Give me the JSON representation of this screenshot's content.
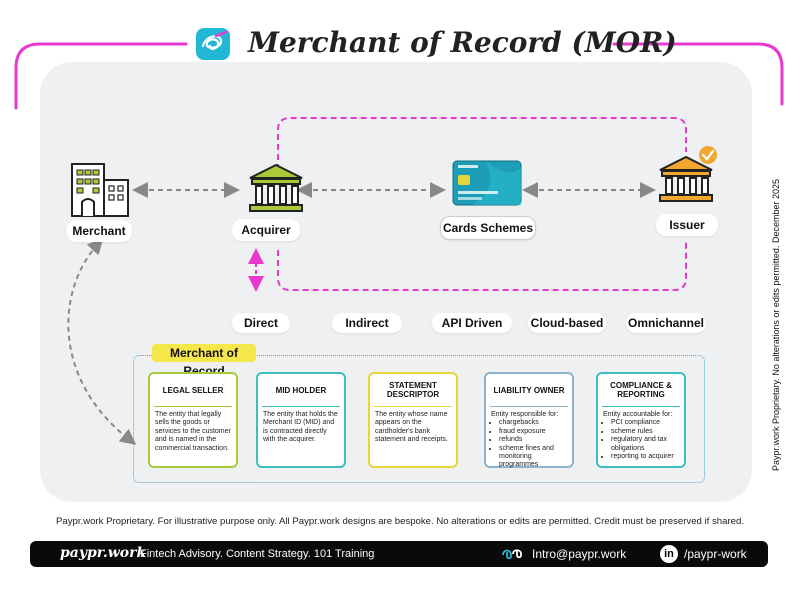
{
  "header": {
    "title": "Merchant of Record (MOR)",
    "logo_icon": "paypr-scribble-icon",
    "accent_color": "#e83ad0",
    "logo_color": "#23b7d6"
  },
  "nodes": {
    "merchant": "Merchant",
    "acquirer": "Acquirer",
    "card_schemes": "Cards Schemes",
    "issuer": "Issuer"
  },
  "channels": [
    "Direct",
    "Indirect",
    "API Driven",
    "Cloud-based",
    "Omnichannel"
  ],
  "mor": {
    "tag": "Merchant of Record",
    "cards": [
      {
        "title": "LEGAL SELLER",
        "color": "#a9c936",
        "desc": "The entity that legally sells the goods or services to the customer and is named in the commercial transaction.",
        "bullets": []
      },
      {
        "title": "MID HOLDER",
        "color": "#3bbfbf",
        "desc": "The entity that holds the Merchant ID (MID) and is contracted directly with the acquirer.",
        "bullets": []
      },
      {
        "title": "STATEMENT DESCRIPTOR",
        "color": "#e6d63a",
        "desc": "The entity whose name appears on the cardholder's bank statement and receipts.",
        "bullets": []
      },
      {
        "title": "LIABILITY OWNER",
        "color": "#8fb3c9",
        "desc": "Entity responsible for:",
        "bullets": [
          "chargebacks",
          "fraud exposure",
          "refunds",
          "scheme fines and monitoring programmes"
        ]
      },
      {
        "title": "COMPLIANCE & REPORTING",
        "color": "#3bbfbf",
        "desc": "Entity accountable for:",
        "bullets": [
          "PCI compliance",
          "scheme rules",
          "regulatory and tax obligations",
          "reporting to acquirer"
        ]
      }
    ]
  },
  "footnote": "Paypr.work Proprietary. For illustrative purpose only. All Paypr.work designs are bespoke. No alterations or edits are permitted. Credit must be preserved if shared.",
  "sidebar_note": "Paypr.work Proprietary. No alterations or edits permitted. December 2025",
  "footer": {
    "brand": "paypr.work",
    "tagline": "Fintech Advisory. Content Strategy. 101 Training",
    "email": "Intro@paypr.work",
    "linkedin": "/paypr-work",
    "email_icon": "paperclip-icon",
    "linkedin_icon": "linkedin-icon"
  }
}
